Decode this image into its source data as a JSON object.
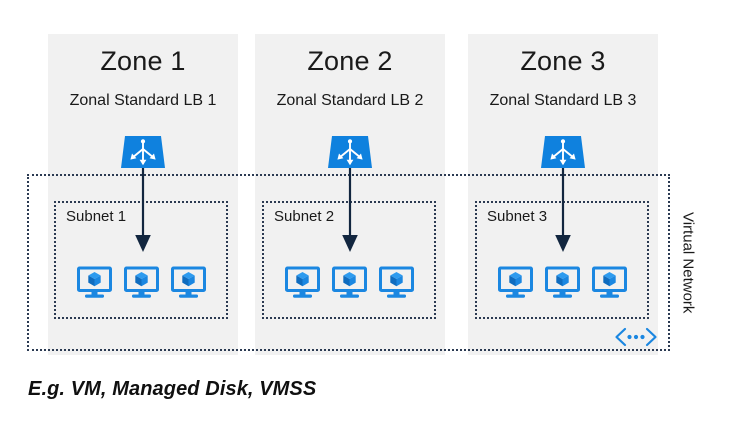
{
  "diagram": {
    "caption": "E.g. VM, Managed Disk, VMSS",
    "vnet_label": "Virtual Network",
    "colors": {
      "panel_bg": "#f1f1f1",
      "accent_blue": "#1b87e1",
      "lb_blue": "#0f81de",
      "arrow_navy": "#12263f",
      "dotted_border": "#2b3a52",
      "text": "#1a1a1a"
    },
    "zones": [
      {
        "title": "Zone 1",
        "subtitle": "Zonal Standard LB 1",
        "subnet_label": "Subnet 1",
        "lb_icon": "load-balancer-icon",
        "vms": [
          "vm-icon",
          "vm-icon",
          "vm-icon"
        ]
      },
      {
        "title": "Zone 2",
        "subtitle": "Zonal Standard LB 2",
        "subnet_label": "Subnet 2",
        "lb_icon": "load-balancer-icon",
        "vms": [
          "vm-icon",
          "vm-icon",
          "vm-icon"
        ]
      },
      {
        "title": "Zone 3",
        "subtitle": "Zonal Standard LB 3",
        "subnet_label": "Subnet 3",
        "lb_icon": "load-balancer-icon",
        "vms": [
          "vm-icon",
          "vm-icon",
          "vm-icon"
        ]
      }
    ],
    "code_brackets_icon": "code-brackets-icon"
  }
}
